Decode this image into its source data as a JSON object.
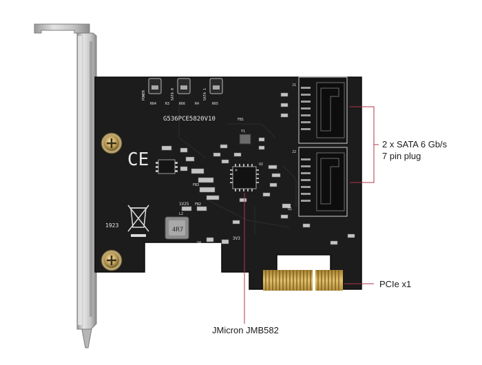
{
  "callouts": {
    "sata_line1": "2 x SATA 6 Gb/s",
    "sata_line2": "7 pin plug",
    "pcie": "PCIe x1",
    "chip": "JMicron JMB582"
  },
  "board": {
    "model": "G536PCE5820V10",
    "ce_mark": "CE",
    "code": "1923",
    "led_power": "POWER",
    "led_sata0": "SATA 0",
    "led_sata1": "SATA 1",
    "res_r64": "R64",
    "res_r66": "R66",
    "res_r65": "R65",
    "res_r3": "R3",
    "res_r4": "R4",
    "inductor": "4R7",
    "label_3v3": "3V3",
    "label_1v25": "1V25",
    "label_l2": "L2",
    "label_u2": "U2",
    "label_u4": "U4",
    "label_y1": "Y1",
    "label_fb1": "FB1",
    "label_fb2": "FB2",
    "label_fb3": "FB3",
    "label_j1": "J1",
    "label_j2": "J2",
    "label_q1": "Q1"
  },
  "colors": {
    "pcb": "#1c1c1c",
    "bracket": "#c9c9c9",
    "gold": "#c9a14a",
    "callout_line": "#b0344a"
  }
}
